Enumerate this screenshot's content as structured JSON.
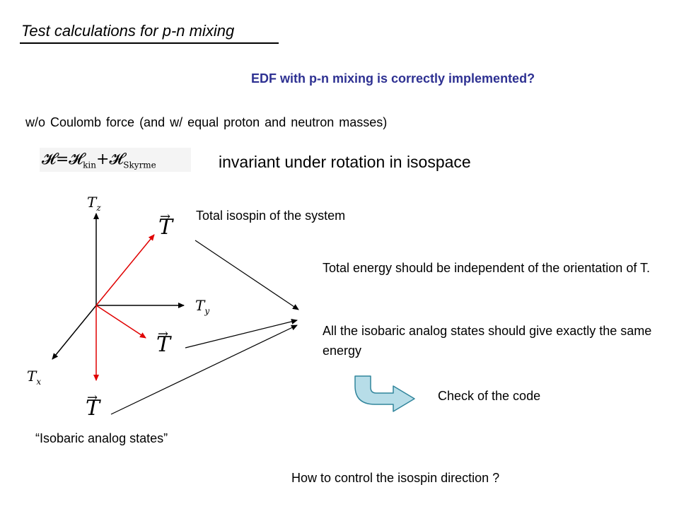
{
  "slide": {
    "title": "Test calculations for p-n mixing",
    "edf_question": "EDF with p-n mixing is correctly implemented?",
    "condition": "w/o Coulomb force (and w/ equal proton and neutron masses)",
    "hamiltonian": {
      "lhs": "𝓗",
      "eq": "=",
      "term1": "𝓗",
      "term1_sub": "kin",
      "plus": "+",
      "term2": "𝓗",
      "term2_sub": "Skyrme"
    },
    "invariant": "invariant under rotation in isospace",
    "axes": {
      "tz": "T",
      "tz_sub": "z",
      "ty": "T",
      "ty_sub": "y",
      "tx": "T",
      "tx_sub": "x"
    },
    "vector_label": "T",
    "vector_arrow": "→",
    "total_isospin": "Total isospin of the system",
    "energy_independent": "Total energy should be independent of the orientation of T.",
    "isobaric_same": "All the isobaric analog states should give exactly the same energy",
    "check_code": "Check of the code",
    "isobaric_states": "“Isobaric analog states”",
    "how_control": "How to control the isospin direction ?",
    "colors": {
      "heading_blue": "#2E3192",
      "vector_red": "#E00000",
      "arrow_fill": "#B7DDE8",
      "arrow_stroke": "#31859C"
    }
  }
}
